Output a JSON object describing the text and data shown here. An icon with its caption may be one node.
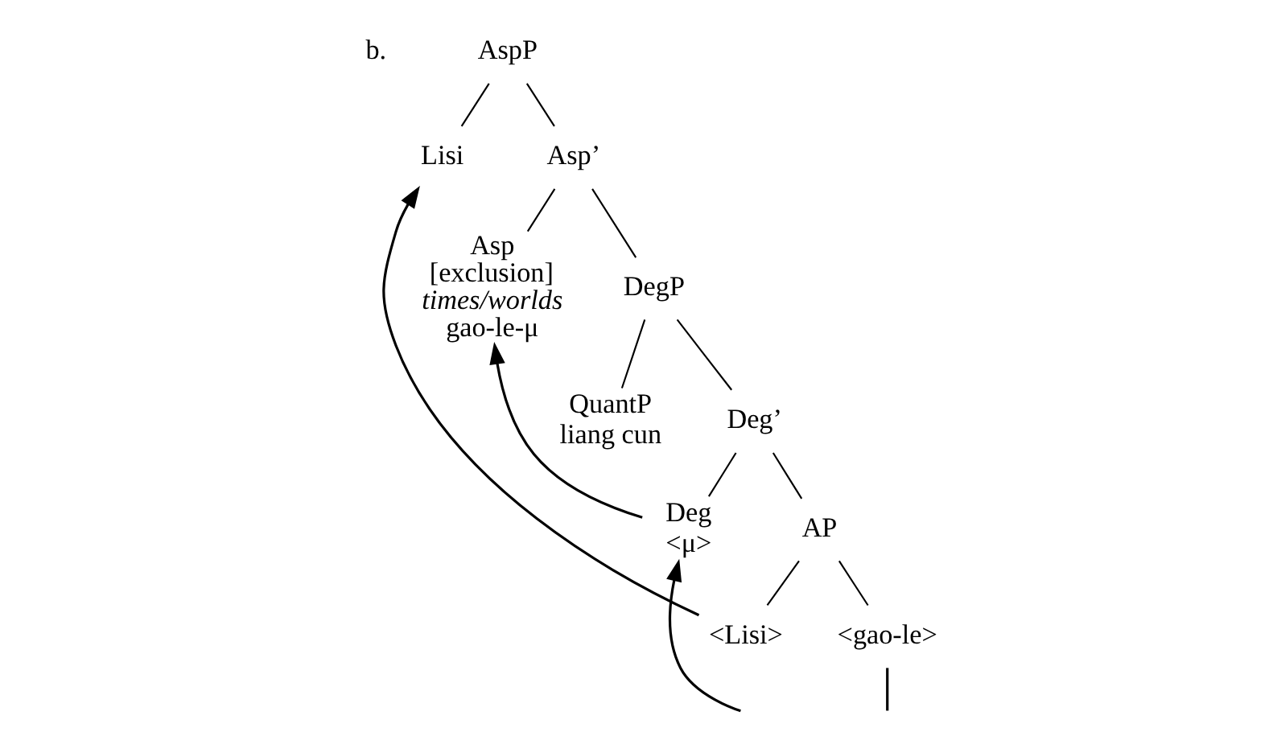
{
  "diagram": {
    "nodes": [
      {
        "text": [
          "AspP"
        ]
      },
      {
        "text": [
          "Lisi"
        ]
      },
      {
        "text": [
          "Asp’"
        ]
      },
      {
        "text": [
          "Asp",
          "[exclusion]",
          "times/worlds",
          "gao-le-μ"
        ]
      },
      {
        "text": [
          "DegP"
        ]
      },
      {
        "text": [
          "QuantP",
          "liang cun"
        ]
      },
      {
        "text": [
          "Deg’"
        ]
      },
      {
        "text": [
          "Deg",
          "<μ>"
        ]
      },
      {
        "text": [
          "AP"
        ]
      },
      {
        "text": [
          "<Lisi>"
        ]
      },
      {
        "text": [
          "<gao-le>"
        ]
      }
    ],
    "edges": [
      {
        "from": 0,
        "to": 1,
        "arrow": "none"
      },
      {
        "from": 0,
        "to": 2,
        "arrow": "none"
      },
      {
        "from": 2,
        "to": 3,
        "arrow": "none"
      },
      {
        "from": 2,
        "to": 4,
        "arrow": "none"
      },
      {
        "from": 4,
        "to": 5,
        "arrow": "none"
      },
      {
        "from": 4,
        "to": 6,
        "arrow": "none"
      },
      {
        "from": 6,
        "to": 7,
        "arrow": "none"
      },
      {
        "from": 6,
        "to": 8,
        "arrow": "none"
      },
      {
        "from": 8,
        "to": 9,
        "arrow": "none"
      },
      {
        "from": 8,
        "to": 10,
        "arrow": "none"
      },
      {
        "from": 9,
        "to": 1,
        "arrow": "to"
      },
      {
        "from": null,
        "to": 7,
        "arrow": "to"
      },
      {
        "from": 7,
        "to": 3,
        "arrow": "to"
      },
      {
        "from": 10,
        "to": null,
        "arrow": "none"
      }
    ],
    "labels": [
      "b."
    ]
  }
}
